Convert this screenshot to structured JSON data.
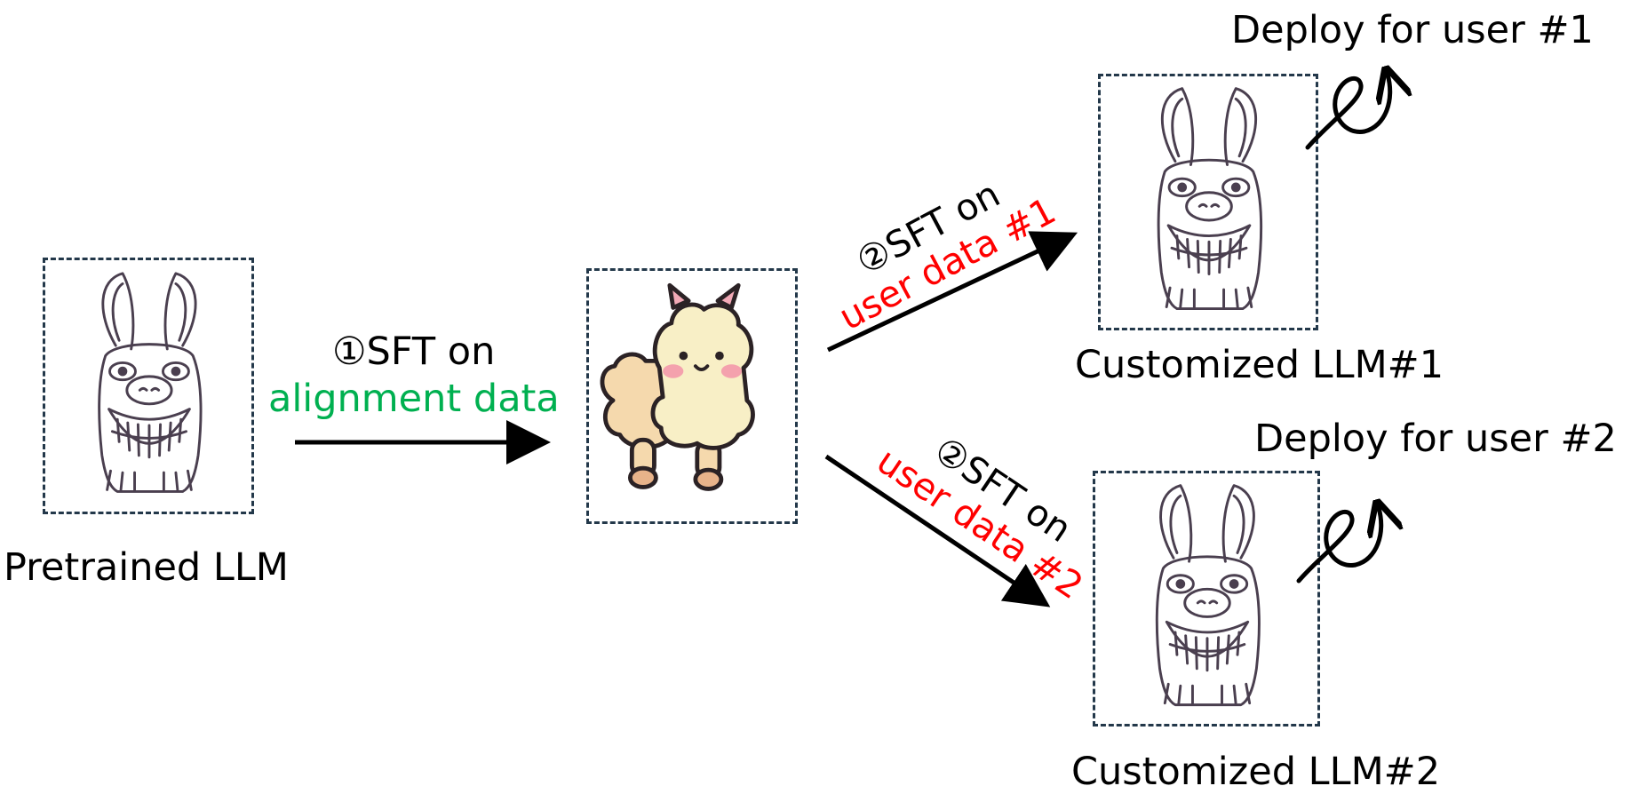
{
  "colors": {
    "box_border": "#23384a",
    "highlight_alignment": "#00b050",
    "highlight_user": "#ff0000",
    "arrow": "#000000",
    "llama_outline": "#4a3f4f",
    "alpaca_body": "#f8efc6",
    "alpaca_shade": "#f5d9ad",
    "alpaca_ear": "#f2a9b6",
    "alpaca_cheek": "#f4a1ad"
  },
  "icons": {
    "pretrained": "sketch-llama-icon",
    "aligned": "cute-alpaca-icon",
    "customized_1": "sketch-llama-icon",
    "customized_2": "sketch-llama-icon",
    "deploy": "loop-arrow-icon"
  },
  "nodes": {
    "pretrained": {
      "label": "Pretrained LLM"
    },
    "customized_1": {
      "label": "Customized LLM#1",
      "deploy": "Deploy for user #1"
    },
    "customized_2": {
      "label": "Customized LLM#2",
      "deploy": "Deploy for user #2"
    }
  },
  "steps": {
    "alignment": {
      "line1": "①SFT on",
      "line2": "alignment data"
    },
    "user1": {
      "line1": "②SFT on",
      "line2": "user data #1"
    },
    "user2": {
      "line1": "②SFT on",
      "line2": "user data #2"
    }
  }
}
